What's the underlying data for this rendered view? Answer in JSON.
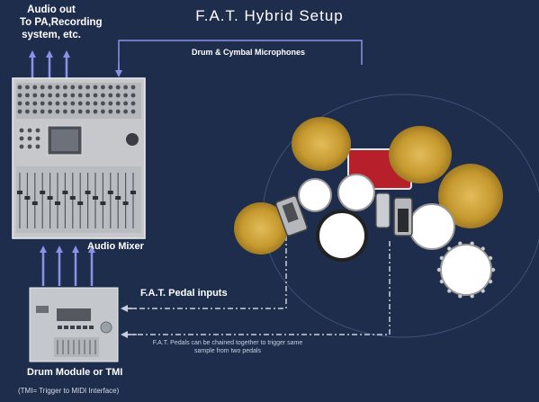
{
  "title": "F.A.T. Hybrid Setup",
  "audio_out": [
    "Audio out",
    "To PA,Recording",
    "system, etc."
  ],
  "mics_label": "Drum & Cymbal Microphones",
  "mixer_label": "Audio Mixer",
  "pedal_inputs_label": "F.A.T. Pedal inputs",
  "chain_note": [
    "F.A.T. Pedals can be chained together to trigger same",
    "sample from two pedals"
  ],
  "module_label": "Drum Module or TMI",
  "tmi_note": "(TMI= Trigger to MIDI Interface)",
  "colors": {
    "background": "#1e2d4c",
    "arrow": "#8c91e8",
    "line": "#c9cedb",
    "cymbal": "#c79a30",
    "kick": "#b7202b",
    "drumhead": "#ffffff",
    "device": "#c9ccd1"
  }
}
